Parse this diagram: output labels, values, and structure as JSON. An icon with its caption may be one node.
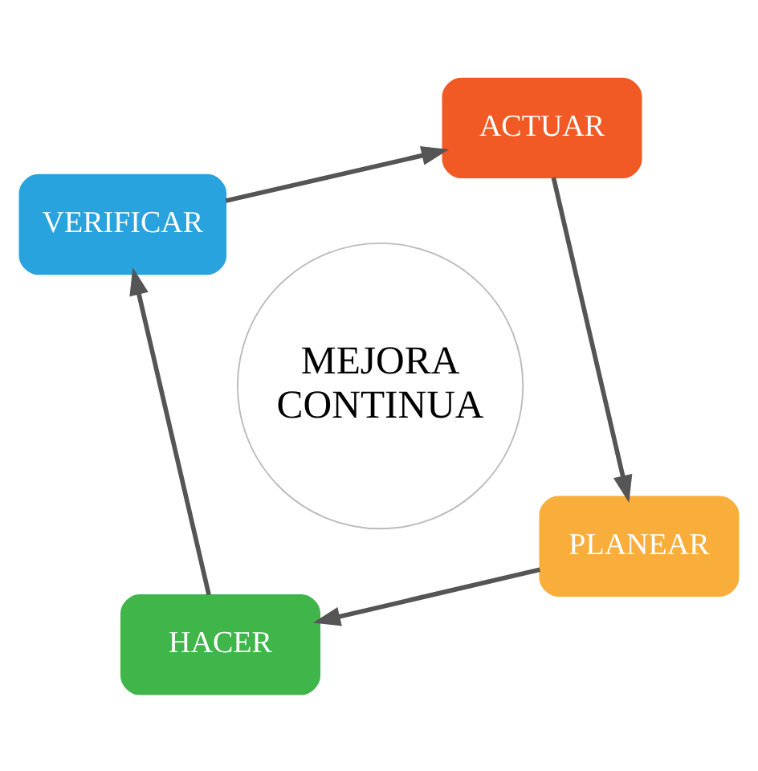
{
  "diagram": {
    "nodes": [
      {
        "text": [
          "MEJORA CONTINUA"
        ]
      },
      {
        "text": [
          "PLANEAR"
        ]
      },
      {
        "text": [
          "HACER"
        ]
      },
      {
        "text": [
          "VERIFICAR"
        ]
      },
      {
        "text": [
          "ACTUAR"
        ]
      }
    ],
    "edges": [
      {
        "from": 1,
        "to": 2,
        "arrow": "to"
      },
      {
        "from": 2,
        "to": 3,
        "arrow": "to"
      },
      {
        "from": 3,
        "to": 4,
        "arrow": "to"
      },
      {
        "from": 4,
        "to": 1,
        "arrow": "to"
      }
    ]
  }
}
